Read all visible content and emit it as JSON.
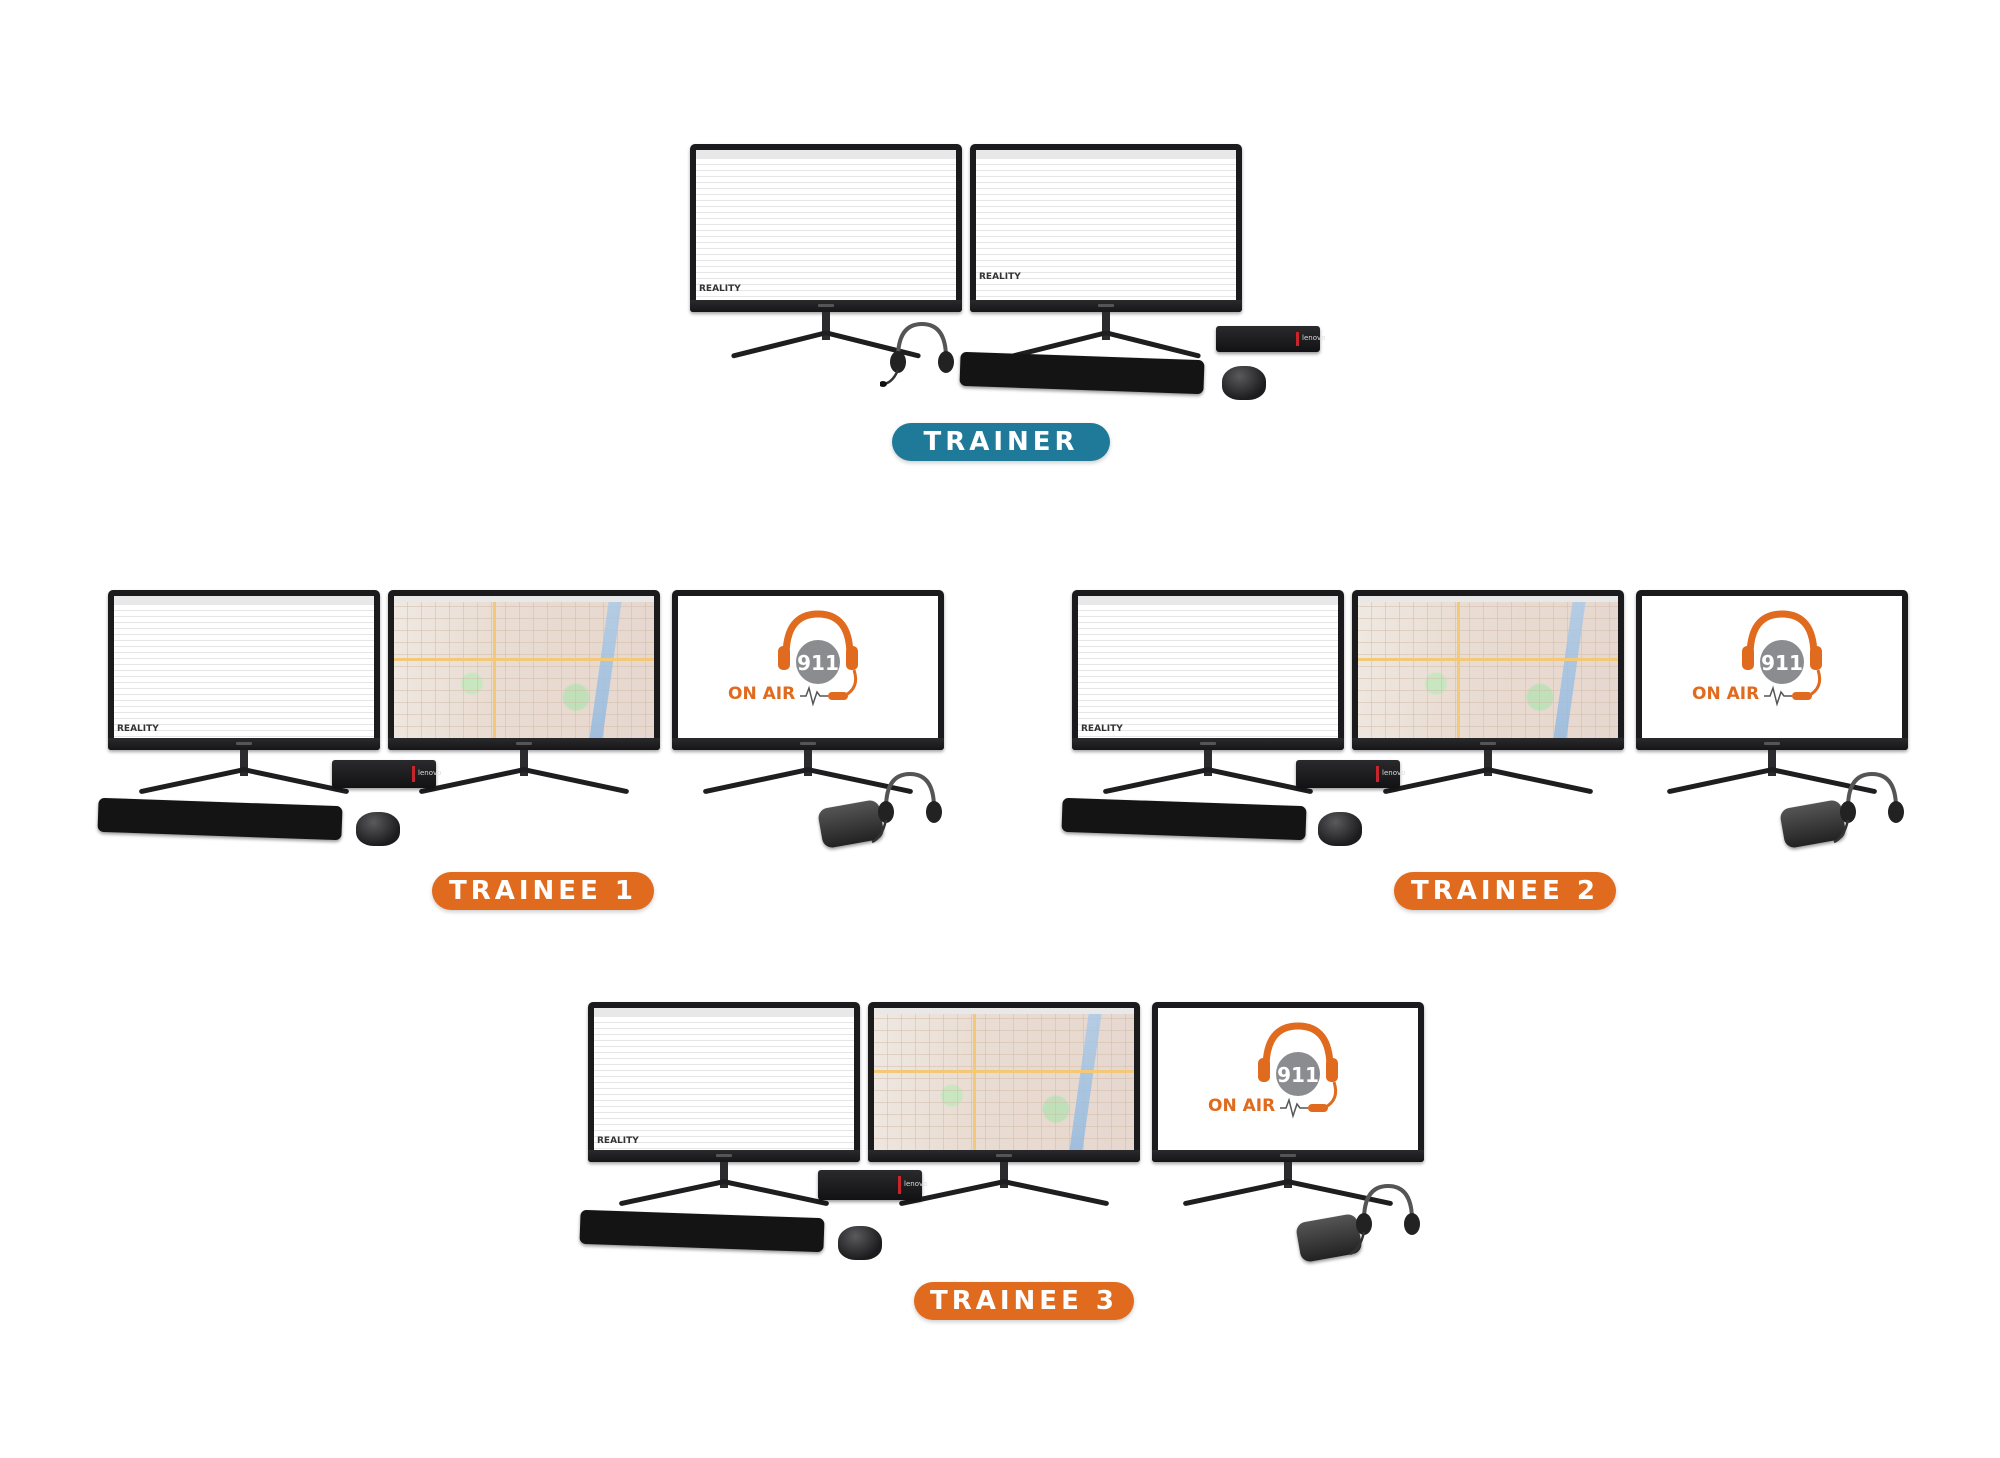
{
  "stations": {
    "trainer": {
      "label": "TRAINER",
      "color": "#1f7a9a"
    },
    "trainee1": {
      "label": "TRAINEE 1",
      "color": "#e06b1e"
    },
    "trainee2": {
      "label": "TRAINEE 2",
      "color": "#e06b1e"
    },
    "trainee3": {
      "label": "TRAINEE 3",
      "color": "#e06b1e"
    }
  },
  "app": {
    "logo": "REALITY"
  },
  "onair": {
    "number": "911",
    "text": "ON AIR",
    "color": "#e06b1e",
    "circle_color": "#8a8c90"
  },
  "pc": {
    "brand": "lenovo"
  },
  "icons": [
    "monitor-icon",
    "keyboard-icon",
    "mouse-icon",
    "headset-icon",
    "mini-pc-icon",
    "speaker-icon"
  ]
}
